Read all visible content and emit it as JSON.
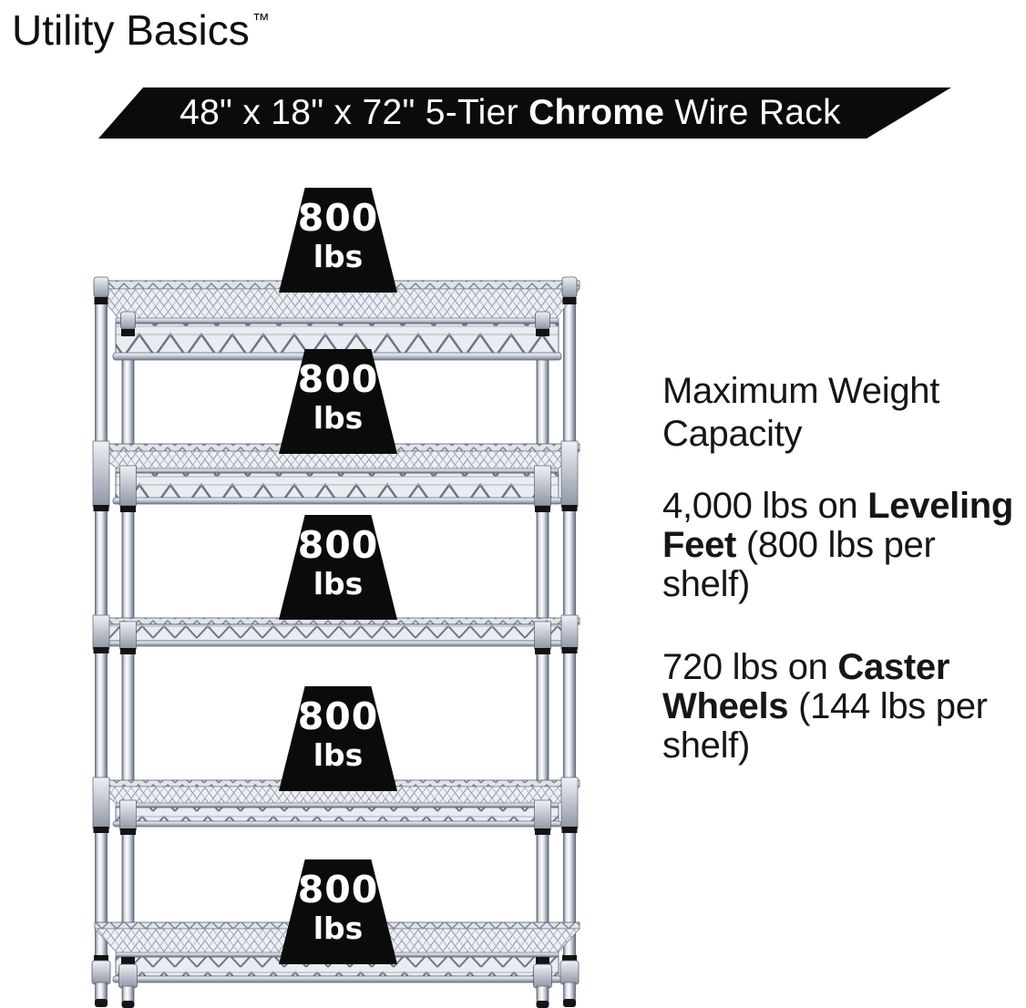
{
  "brand": {
    "name": "Utility Basics",
    "trademark": "™"
  },
  "banner": {
    "pre": "48\" x 18\" x 72\" 5-Tier ",
    "bold": "Chrome",
    "post": " Wire Rack",
    "bg_color": "#0b0b0b",
    "text_color": "#ffffff"
  },
  "rack": {
    "tiers": 5,
    "material": "chrome",
    "weights": [
      {
        "value": "800",
        "unit": "lbs"
      },
      {
        "value": "800",
        "unit": "lbs"
      },
      {
        "value": "800",
        "unit": "lbs"
      },
      {
        "value": "800",
        "unit": "lbs"
      },
      {
        "value": "800",
        "unit": "lbs"
      }
    ]
  },
  "right_panel": {
    "heading": {
      "line1": "Maximum Weight",
      "line2": "Capacity"
    },
    "leveling": {
      "l1_normal": "4,000 lbs on ",
      "l1_bold": "Leveling",
      "l2_bold": "Feet",
      "l2_normal": " (800 lbs per",
      "l3": "shelf)"
    },
    "caster": {
      "l1_normal": "720 lbs on ",
      "l1_bold": "Caster",
      "l2_bold": "Wheels",
      "l2_normal": " (144 lbs per",
      "l3": "shelf)"
    }
  },
  "colors": {
    "background": "#ffffff",
    "banner_bg": "#0b0b0b",
    "weight_badge_bg": "#0b0b0b",
    "text": "#141414",
    "chrome_light": "#eceef3",
    "chrome_mid": "#c7cdd8",
    "chrome_dark": "#6e7685",
    "foot_tip": "#151515"
  }
}
